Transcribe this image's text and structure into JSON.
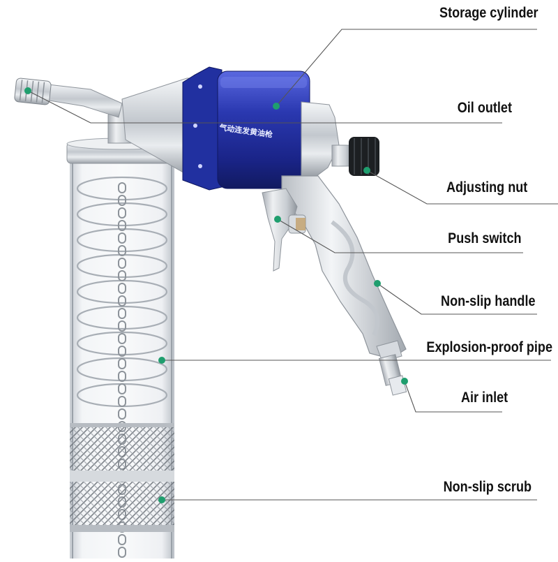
{
  "product_text": "气动连发黄油枪",
  "colors": {
    "cylinder_blue": "#2a38b0",
    "marker_green": "#1f9e6e",
    "leader_line": "#555555",
    "metal": "#c9ced3"
  },
  "callouts": [
    {
      "id": "storage-cylinder",
      "label": "Storage cylinder"
    },
    {
      "id": "oil-outlet",
      "label": "Oil outlet"
    },
    {
      "id": "adjusting-nut",
      "label": "Adjusting nut"
    },
    {
      "id": "push-switch",
      "label": "Push switch"
    },
    {
      "id": "non-slip-handle",
      "label": "Non-slip handle"
    },
    {
      "id": "explosion-proof-pipe",
      "label": "Explosion-proof pipe"
    },
    {
      "id": "air-inlet",
      "label": "Air inlet"
    },
    {
      "id": "non-slip-scrub",
      "label": "Non-slip scrub"
    }
  ]
}
